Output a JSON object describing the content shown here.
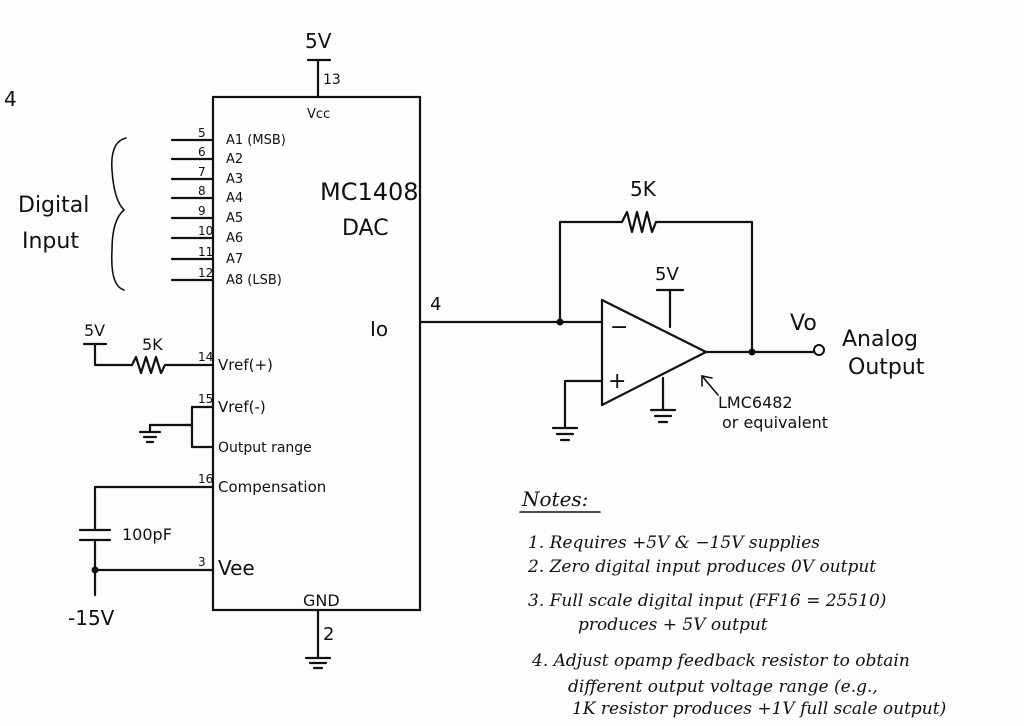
{
  "corner_mark": "4",
  "chip": {
    "name": "MC1408",
    "type": "DAC",
    "vcc_label": "Vcc",
    "gnd_label": "GND",
    "io_label": "Io",
    "supply_top": "5V",
    "pin_vcc": "13",
    "pin_gnd": "2"
  },
  "digital_input": {
    "line1": "Digital",
    "line2": "Input"
  },
  "address_pins": [
    {
      "pin": "5",
      "label": "A1 (MSB)"
    },
    {
      "pin": "6",
      "label": "A2"
    },
    {
      "pin": "7",
      "label": "A3"
    },
    {
      "pin": "8",
      "label": "A4"
    },
    {
      "pin": "9",
      "label": "A5"
    },
    {
      "pin": "10",
      "label": "A6"
    },
    {
      "pin": "11",
      "label": "A7"
    },
    {
      "pin": "12",
      "label": "A8 (LSB)"
    }
  ],
  "left_pins": [
    {
      "pin": "14",
      "label": "Vref(+)"
    },
    {
      "pin": "15",
      "label": "Vref(-)"
    },
    {
      "pin": "",
      "label": "Output range"
    },
    {
      "pin": "16",
      "label": "Compensation"
    },
    {
      "pin": "3",
      "label": "Vee"
    }
  ],
  "vref_supply": "5V",
  "vref_resistor": "5K",
  "cap_label": "100pF",
  "neg_supply": "-15V",
  "io_wire_pin": "4",
  "opamp": {
    "feedback_resistor": "5K",
    "supply": "5V",
    "minus": "−",
    "plus": "+",
    "part_line1": "LMC6482",
    "part_line2": "or equivalent",
    "vo": "Vo",
    "out_line1": "Analog",
    "out_line2": "Output"
  },
  "notes": {
    "title": "Notes:",
    "items": [
      "1.  Requires  +5V  &  −15V  supplies",
      "2.  Zero digital input produces 0V output",
      "3.  Full scale digital input (FF16 = 25510)",
      "produces + 5V output",
      "4.  Adjust opamp feedback resistor to obtain",
      "different output voltage range (e.g.,",
      "1K resistor produces +1V full scale output)"
    ]
  }
}
